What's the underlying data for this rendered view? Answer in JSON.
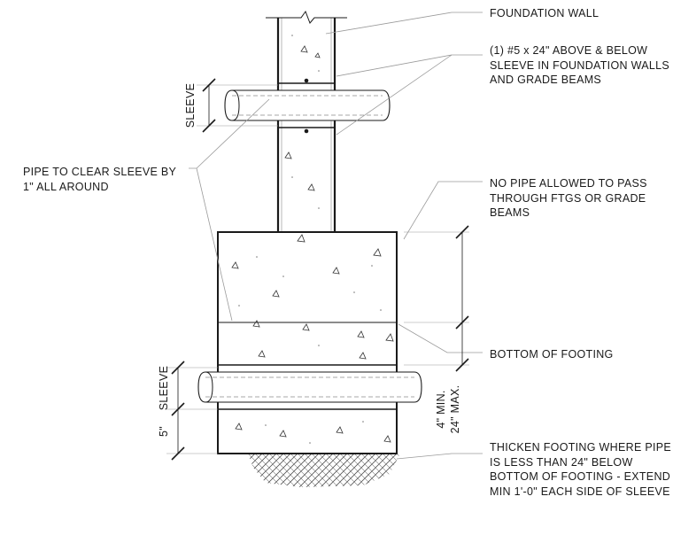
{
  "notes": {
    "foundation_wall": "FOUNDATION WALL",
    "rebar": "(1) #5 x 24\" ABOVE & BELOW\nSLEEVE IN FOUNDATION WALLS\nAND GRADE BEAMS",
    "pipe_clear": "PIPE TO CLEAR SLEEVE BY\n1\" ALL AROUND",
    "no_pipe": "NO PIPE ALLOWED TO PASS\nTHROUGH FTGS OR GRADE\nBEAMS",
    "bottom_footing": "BOTTOM OF FOOTING",
    "thicken": "THICKEN FOOTING WHERE PIPE\nIS LESS THAN 24\" BELOW\nBOTTOM OF FOOTING - EXTEND\nMIN 1'-0\" EACH SIDE OF SLEEVE"
  },
  "dimensions": {
    "sleeve_upper": "SLEEVE",
    "sleeve_lower": "SLEEVE",
    "five_inch": "5\"",
    "min_max_line1": "4\" MIN.",
    "min_max_line2": "24\" MAX."
  },
  "colors": {
    "line": "#1a1a1a",
    "leader": "#9a9a9a",
    "dash": "#8a8a8a"
  }
}
